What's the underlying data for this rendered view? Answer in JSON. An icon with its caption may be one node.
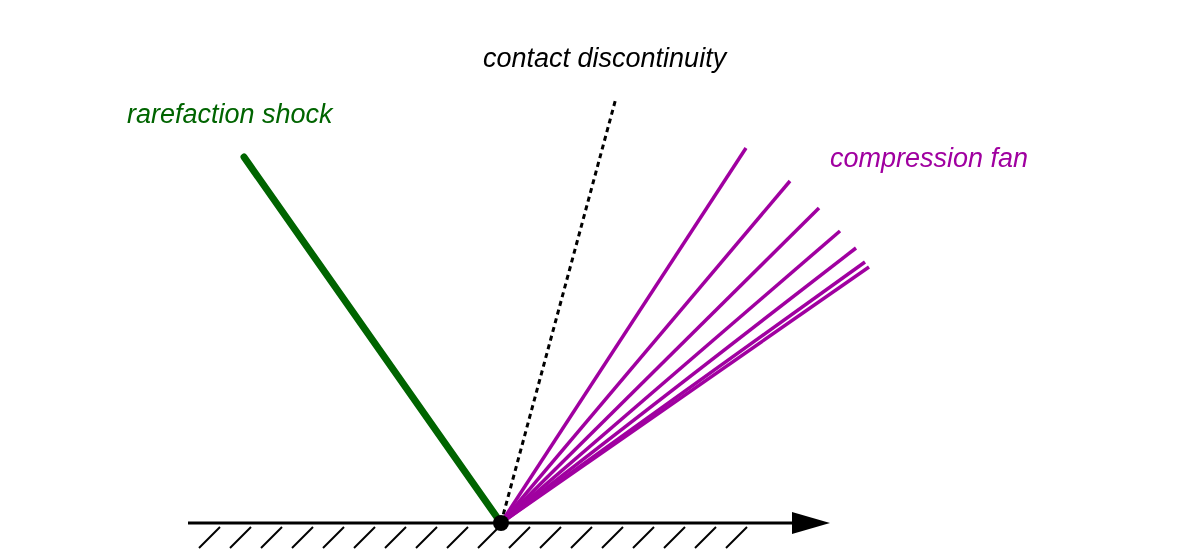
{
  "diagram": {
    "labels": [
      "contact discontinuity",
      "rarefaction shock",
      "compression fan"
    ]
  }
}
